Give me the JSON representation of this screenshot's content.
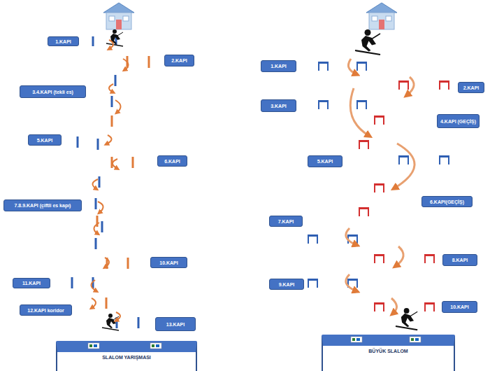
{
  "diagram": {
    "nodes": [
      {
        "text": [
          "1.KAPI"
        ]
      },
      {
        "text": [
          "2.KAPI"
        ]
      },
      {
        "text": [
          "3.4.KAPI (tekli es)"
        ]
      },
      {
        "text": [
          "5.KAPI"
        ]
      },
      {
        "text": [
          "6.KAPI"
        ]
      },
      {
        "text": [
          "7.8.9.KAPI (çiftli es kapı)"
        ]
      },
      {
        "text": [
          "10.KAPI"
        ]
      },
      {
        "text": [
          "11.KAPI"
        ]
      },
      {
        "text": [
          "12.KAPI koridor"
        ]
      },
      {
        "text": [
          "13.KAPI"
        ]
      },
      {
        "text": [
          "SLALOM YARIŞMASI"
        ]
      },
      {
        "text": [
          "1.KAPI"
        ]
      },
      {
        "text": [
          "2.KAPI"
        ]
      },
      {
        "text": [
          "3.KAPI"
        ]
      },
      {
        "text": [
          "4.KAPI (GEÇİŞ)"
        ]
      },
      {
        "text": [
          "5.KAPI"
        ]
      },
      {
        "text": [
          "6.KAPI(GEÇİŞ)"
        ]
      },
      {
        "text": [
          "7.KAPI"
        ]
      },
      {
        "text": [
          "8.KAPI"
        ]
      },
      {
        "text": [
          "9.KAPI"
        ]
      },
      {
        "text": [
          "10.KAPI"
        ]
      },
      {
        "text": [
          "BÜYÜK SLALOM"
        ]
      }
    ]
  }
}
